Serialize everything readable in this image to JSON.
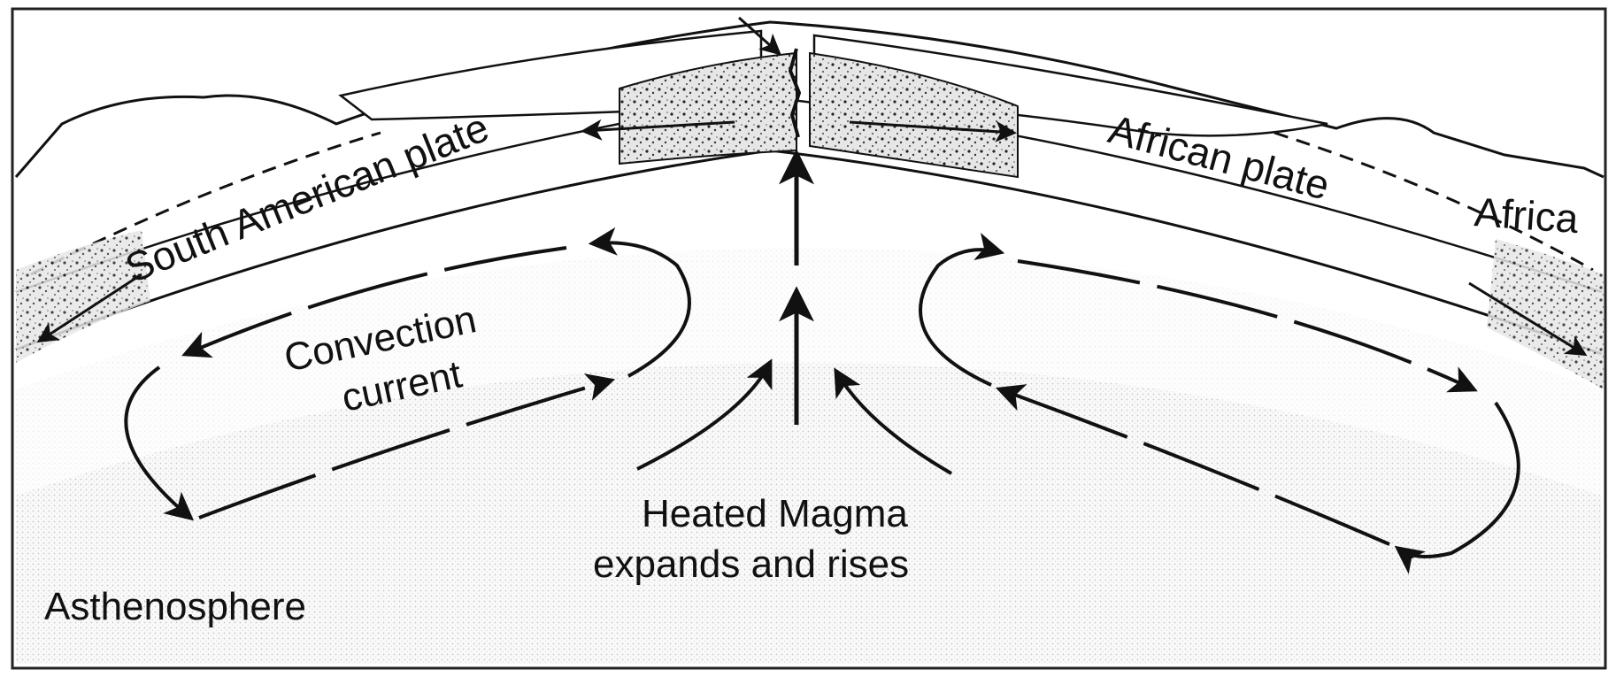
{
  "labels": {
    "south_american_plate": "South American plate",
    "african_plate": "African plate",
    "africa": "Africa",
    "convection_line1": "Convection",
    "convection_line2": "current",
    "magma_line1": "Heated Magma",
    "magma_line2": "expands and rises",
    "asthenosphere": "Asthenosphere"
  },
  "colors": {
    "ink": "#111111",
    "paper": "#ffffff",
    "stipple": "#d9d9d9"
  }
}
